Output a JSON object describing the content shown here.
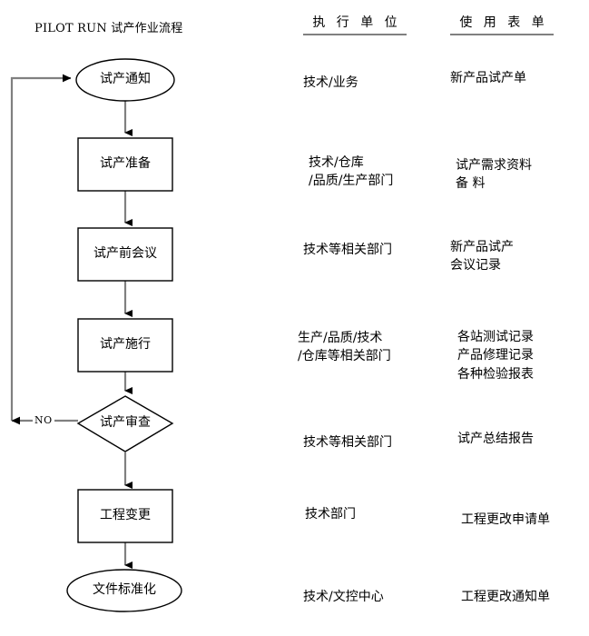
{
  "header": {
    "title_en": "PILOT RUN",
    "title_cjk": "试产作业流程",
    "col_exec": "执 行 单 位",
    "col_form": "使 用 表 单"
  },
  "theme": {
    "line_color": "#808080",
    "shape_stroke": "#000000",
    "arrow_fill": "#000000",
    "rule_color": "#808080",
    "background": "#ffffff"
  },
  "flow": {
    "nodes": [
      {
        "id": "notice",
        "shape": "ellipse",
        "label": "试产通知"
      },
      {
        "id": "prepare",
        "shape": "rectangle",
        "label": "试产准备"
      },
      {
        "id": "premeeting",
        "shape": "rectangle",
        "label": "试产前会议"
      },
      {
        "id": "execute",
        "shape": "rectangle",
        "label": "试产施行"
      },
      {
        "id": "review",
        "shape": "diamond",
        "label": "试产审查"
      },
      {
        "id": "change",
        "shape": "rectangle",
        "label": "工程变更"
      },
      {
        "id": "standard",
        "shape": "ellipse",
        "label": "文件标准化"
      }
    ],
    "edges": [
      {
        "from": "notice",
        "to": "prepare",
        "label": ""
      },
      {
        "from": "prepare",
        "to": "premeeting",
        "label": ""
      },
      {
        "from": "premeeting",
        "to": "execute",
        "label": ""
      },
      {
        "from": "execute",
        "to": "review",
        "label": ""
      },
      {
        "from": "review",
        "to": "change",
        "label": ""
      },
      {
        "from": "change",
        "to": "standard",
        "label": ""
      },
      {
        "from": "review",
        "to": "notice",
        "label": "NO"
      }
    ],
    "loop_label": "NO"
  },
  "rows": [
    {
      "node": "notice",
      "exec": "技术/业务",
      "form": "新产品试产单"
    },
    {
      "node": "prepare",
      "exec": "技术/仓库\n/品质/生产部门",
      "form": "试产需求资料\n 备 料"
    },
    {
      "node": "premeeting",
      "exec": "技术等相关部门",
      "form": "新产品试产\n会议记录"
    },
    {
      "node": "execute",
      "exec": "生产/品质/技术\n /仓库等相关部门",
      "form": "各站测试记录\n产品修理记录\n各种检验报表"
    },
    {
      "node": "review",
      "exec": "技术等相关部门",
      "form": "试产总结报告"
    },
    {
      "node": "change",
      "exec": "技术部门",
      "form": "工程更改申请单"
    },
    {
      "node": "standard",
      "exec": "技术/文控中心",
      "form": "工程更改通知单"
    }
  ]
}
